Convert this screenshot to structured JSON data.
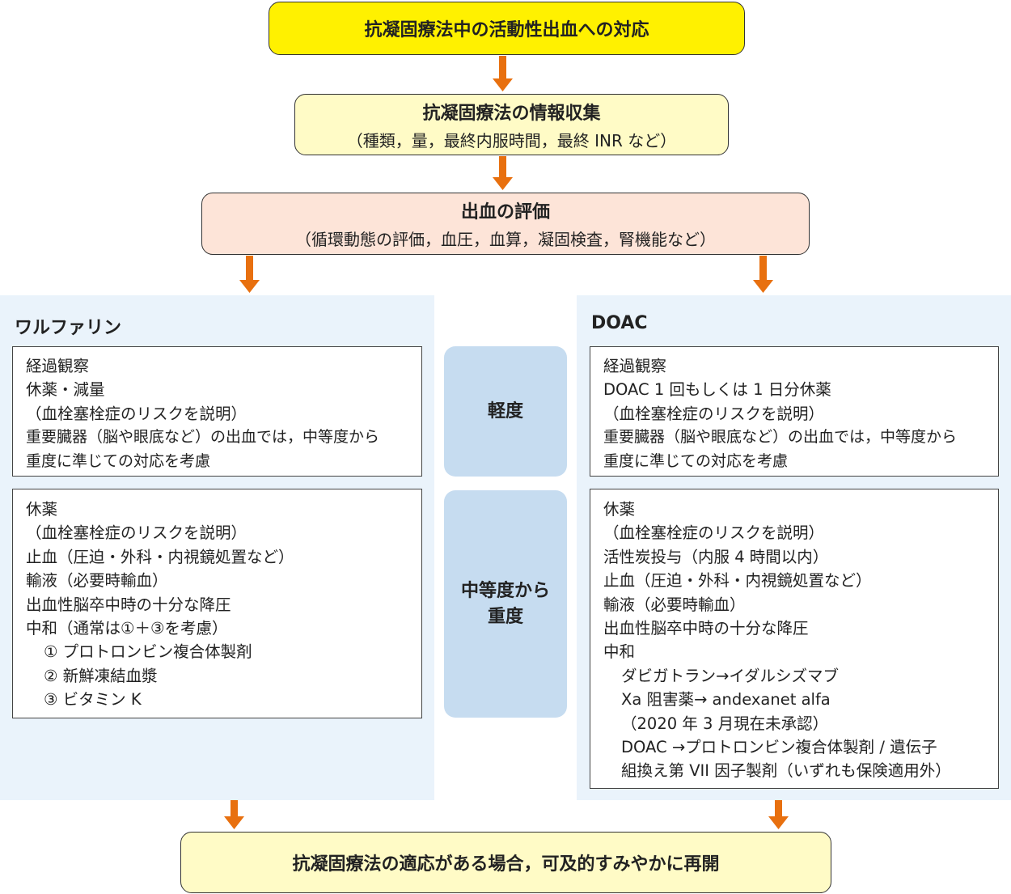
{
  "top": "抗凝固療法中の活動性出血への対応",
  "info": {
    "title": "抗凝固療法の情報収集",
    "sub": "（種類，量，最終内服時間，最終 INR など）"
  },
  "assess": {
    "title": "出血の評価",
    "sub": "（循環動態の評価，血圧，血算，凝固検査，腎機能など）"
  },
  "warfarin": {
    "title": "ワルファリン",
    "mild": [
      "経過観察",
      "休薬・減量",
      "（血栓塞栓症のリスクを説明）",
      "重要臓器（脳や眼底など）の出血では，中等度から",
      "重度に準じての対応を考慮"
    ],
    "severe": [
      "休薬",
      "（血栓塞栓症のリスクを説明）",
      "止血（圧迫・外科・内視鏡処置など）",
      "輸液（必要時輸血）",
      "出血性脳卒中時の十分な降圧",
      "中和（通常は①＋③を考慮）",
      "① プロトロンビン複合体製剤",
      "② 新鮮凍結血漿",
      "③ ビタミン K"
    ]
  },
  "doac": {
    "title": "DOAC",
    "mild": [
      "経過観察",
      "DOAC 1 回もしくは 1 日分休薬",
      "（血栓塞栓症のリスクを説明）",
      "重要臓器（脳や眼底など）の出血では，中等度から",
      "重度に準じての対応を考慮"
    ],
    "severe": [
      "休薬",
      "（血栓塞栓症のリスクを説明）",
      "活性炭投与（内服 4 時間以内）",
      "止血（圧迫・外科・内視鏡処置など）",
      "輸液（必要時輸血）",
      "出血性脳卒中時の十分な降圧",
      "中和",
      "ダビガトラン→イダルシズマブ",
      "Xa 阻害薬→ andexanet alfa",
      "（2020 年 3 月現在未承認）",
      "DOAC →プロトロンビン複合体製剤 / 遺伝子",
      "組換え第 VII 因子製剤（いずれも保険適用外）"
    ]
  },
  "severity": {
    "mild": "軽度",
    "severe_line1": "中等度から",
    "severe_line2": "重度"
  },
  "bottom": "抗凝固療法の適応がある場合，可及的すみやかに再開",
  "colors": {
    "arrow": "#e8700f",
    "top_fill": "#fff100",
    "pale_yellow": "#fffbc6",
    "pink": "#fde4d8",
    "panel": "#eaf3fb",
    "severity": "#c6dcf0"
  }
}
